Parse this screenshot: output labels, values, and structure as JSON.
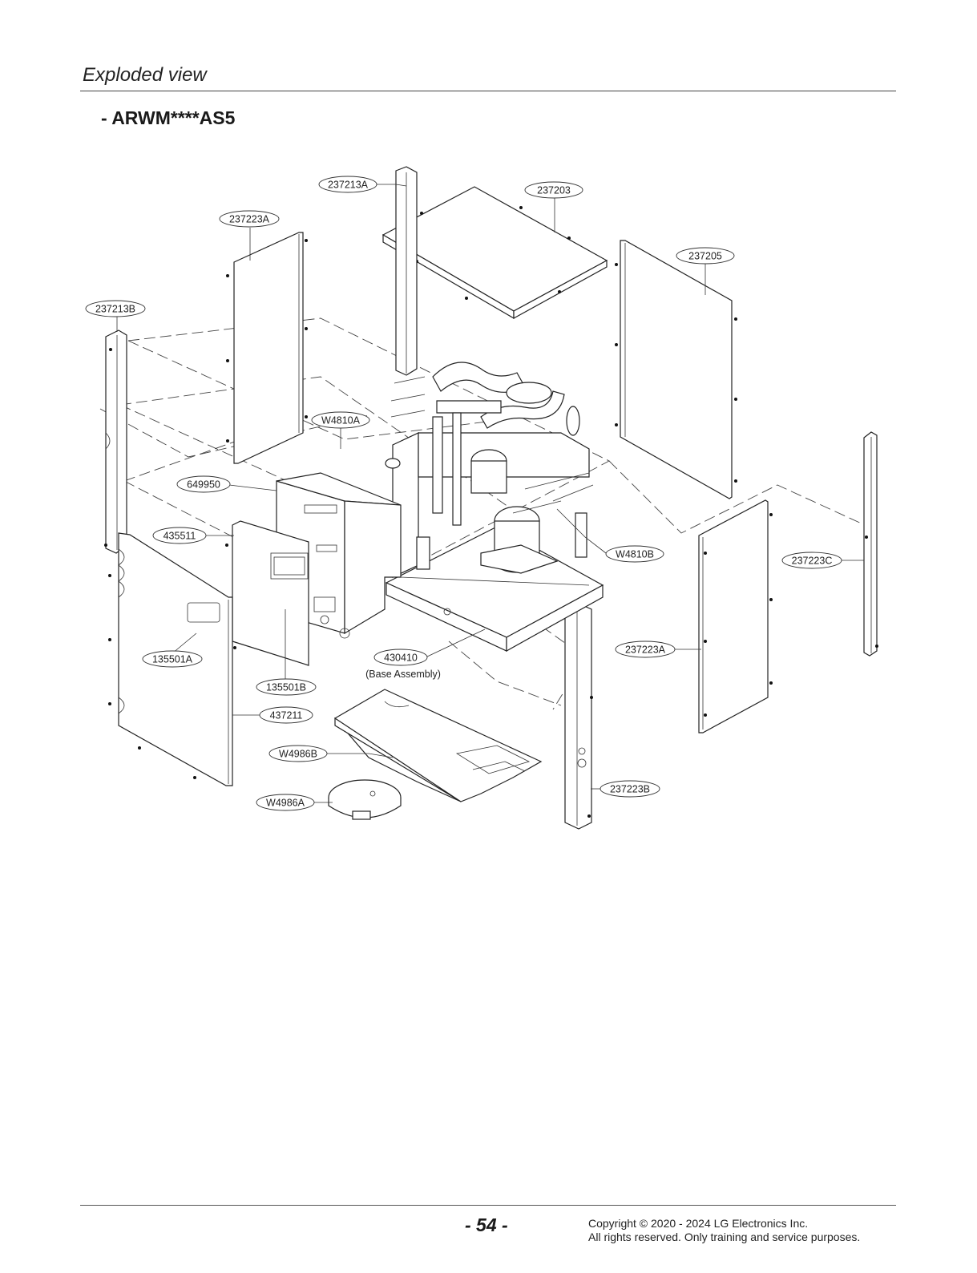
{
  "header": {
    "section_title": "Exploded view",
    "model": "- ARWM****AS5"
  },
  "callouts": {
    "c237213A": "237213A",
    "c237203": "237203",
    "c237223A_top": "237223A",
    "c237205": "237205",
    "c237213B": "237213B",
    "cW4810A": "W4810A",
    "c649950": "649950",
    "c435511": "435511",
    "cW4810B": "W4810B",
    "c237223C": "237223C",
    "c237223A_right": "237223A",
    "c135501A": "135501A",
    "c430410": "430410",
    "c430410_desc": "(Base Assembly)",
    "c135501B": "135501B",
    "c437211": "437211",
    "cW4986B": "W4986B",
    "c237223B": "237223B",
    "cW4986A": "W4986A"
  },
  "footer": {
    "page_number": "- 54 -",
    "copyright_line1": "Copyright © 2020 - 2024 LG Electronics Inc.",
    "copyright_line2": "All rights reserved. Only training and service purposes."
  }
}
